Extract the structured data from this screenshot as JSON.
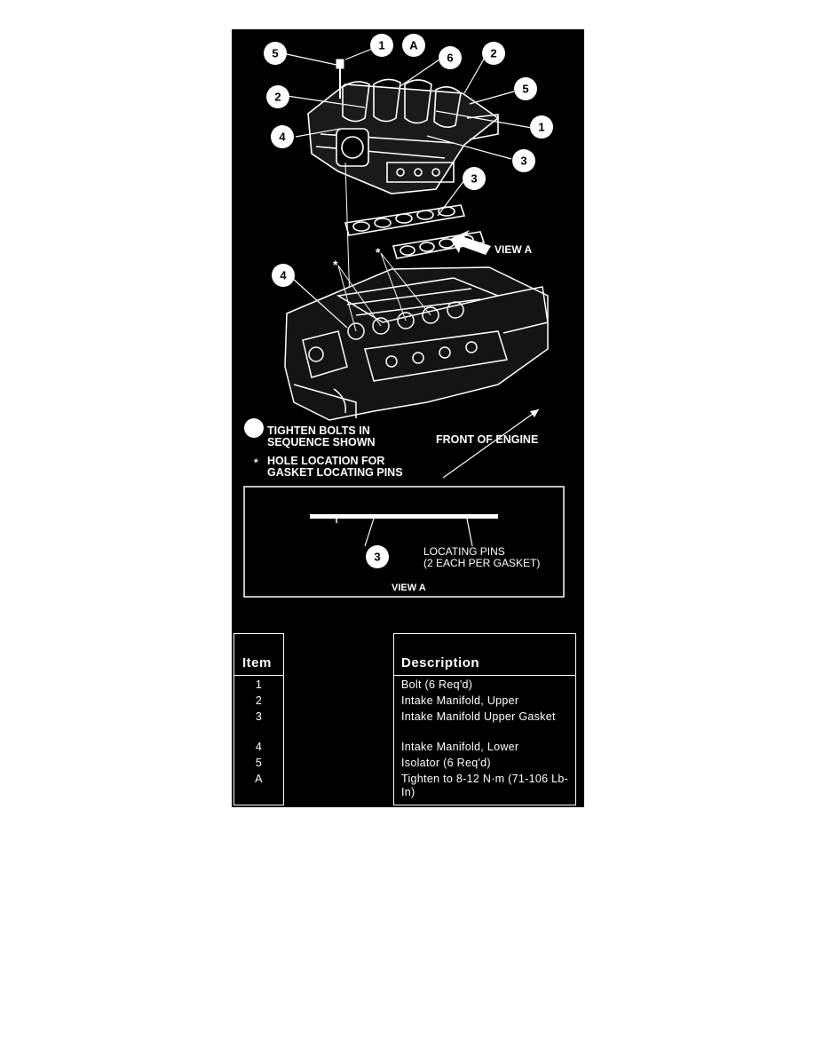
{
  "callouts": {
    "c1": "1",
    "c2": "2",
    "c3": "3",
    "c4": "4",
    "c5": "5",
    "c6": "6",
    "cA": "A"
  },
  "labels": {
    "view_a_arrow": "VIEW A",
    "legend_tighten_1": "TIGHTEN BOLTS IN",
    "legend_tighten_2": "SEQUENCE SHOWN",
    "legend_hole_star": "*",
    "legend_hole_1": "HOLE LOCATION FOR",
    "legend_hole_2": "GASKET LOCATING PINS",
    "front_of_engine": "FRONT OF ENGINE",
    "inset_callout": "3",
    "locating_pins_1": "LOCATING PINS",
    "locating_pins_2": "(2 EACH PER GASKET)",
    "inset_title": "VIEW A"
  },
  "table": {
    "item_header": "Item",
    "desc_header": "Description",
    "rows": [
      {
        "item": "1",
        "desc": "Bolt (6 Req'd)"
      },
      {
        "item": "2",
        "desc": "Intake Manifold, Upper"
      },
      {
        "item": "3",
        "desc": "Intake Manifold Upper Gasket"
      },
      {
        "item": "4",
        "desc": "Intake Manifold, Lower"
      },
      {
        "item": "5",
        "desc": "Isolator (6 Req'd)"
      },
      {
        "item": "A",
        "desc": "Tighten to 8-12 N·m (71-106 Lb-In)"
      }
    ]
  },
  "colors": {
    "background": "#000000",
    "ink": "#ffffff"
  }
}
